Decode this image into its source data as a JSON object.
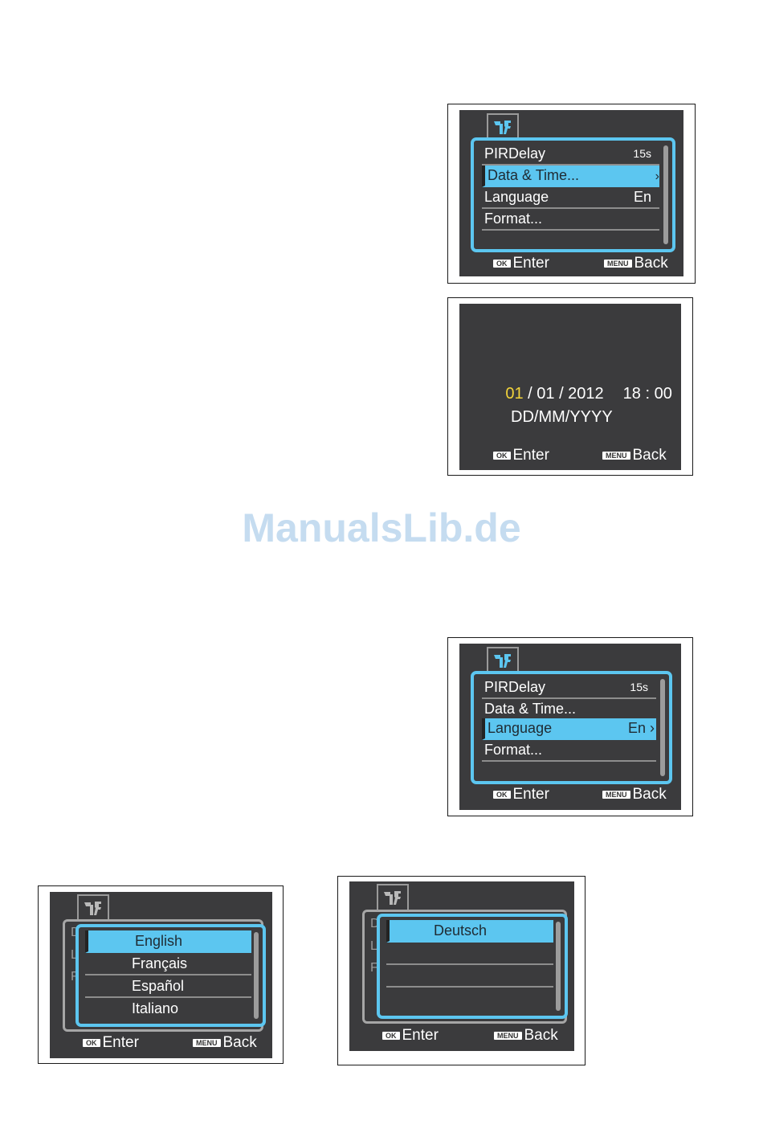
{
  "menu1": {
    "rows": [
      {
        "label": "PIRDelay",
        "value": "15s"
      },
      {
        "label": "Data & Time...",
        "value": "›"
      },
      {
        "label": "Language",
        "value": "En"
      },
      {
        "label": "Format...",
        "value": ""
      }
    ],
    "selected_index": 1
  },
  "datetime": {
    "day": "01",
    "rest": " / 01 / 2012",
    "time": "18 : 00",
    "format": "DD/MM/YYYY"
  },
  "menu2": {
    "rows": [
      {
        "label": "PIRDelay",
        "value": "15s"
      },
      {
        "label": "Data & Time...",
        "value": ""
      },
      {
        "label": "Language",
        "value": "En ›"
      },
      {
        "label": "Format...",
        "value": ""
      }
    ],
    "selected_index": 2
  },
  "languages1": {
    "options": [
      "English",
      "Français",
      "Español",
      "Italiano"
    ],
    "selected_index": 0
  },
  "languages2": {
    "options": [
      "Deutsch"
    ],
    "selected_index": 0
  },
  "footer": {
    "ok_chip": "OK",
    "enter_label": "Enter",
    "menu_chip": "MENU",
    "back_label": "Back"
  },
  "watermark": "ManualsLib.de",
  "colors": {
    "accent": "#5cc6f0",
    "screen_bg": "#3b3b3d",
    "highlight_digit": "#f2d33a"
  },
  "icons": {
    "settings_tab": "wrench-screwdriver-icon"
  }
}
